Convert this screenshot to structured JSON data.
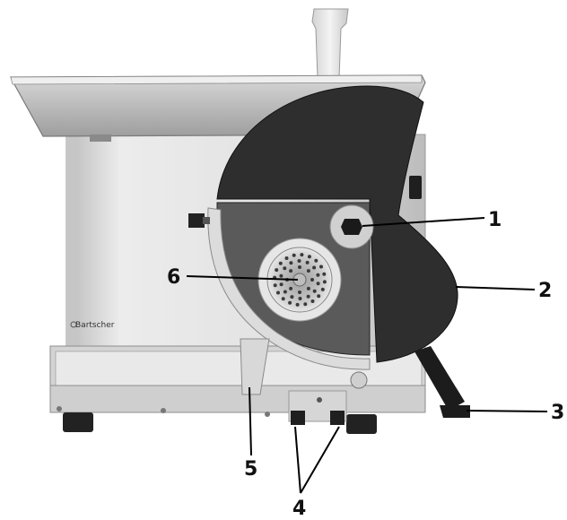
{
  "figure": {
    "brand_text": "Bartscher",
    "callouts": [
      {
        "id": "c1",
        "label": "1"
      },
      {
        "id": "c2",
        "label": "2"
      },
      {
        "id": "c3",
        "label": "3"
      },
      {
        "id": "c4",
        "label": "4"
      },
      {
        "id": "c5",
        "label": "5"
      },
      {
        "id": "c6",
        "label": "6"
      }
    ]
  },
  "colors": {
    "steel_light": "#e6e6e6",
    "steel_mid": "#c4c4c4",
    "steel_dark": "#8e8e8e",
    "cover_dark": "#2e2e2e",
    "plate_grey": "#5a5a5a",
    "line": "#000000"
  }
}
